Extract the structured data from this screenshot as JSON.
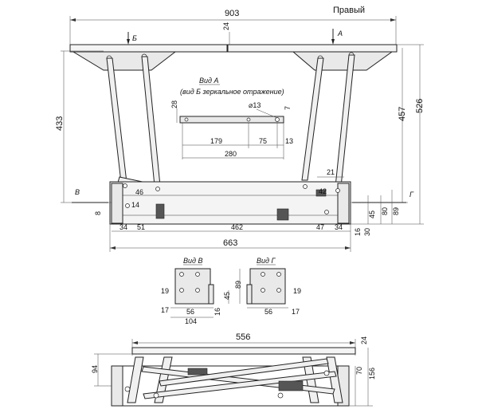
{
  "header": {
    "label": "Правый"
  },
  "views": {
    "a_title": "Вид А",
    "a_subtitle": "(вид Б зеркальное отражение)",
    "b_title": "Вид В",
    "g_title": "Вид Г",
    "marker_a": "А",
    "marker_b": "Б",
    "marker_v": "В",
    "marker_g": "Г"
  },
  "dimensions": {
    "top_width": "903",
    "top_thickness": "24",
    "left_height": "433",
    "right_height_1": "457",
    "right_height_2": "526",
    "viewA_height": "28",
    "viewA_small": "7",
    "viewA_hole": "⌀13",
    "viewA_d1": "179",
    "viewA_d2": "75",
    "viewA_d3": "13",
    "viewA_total": "280",
    "d21": "21",
    "d42": "42",
    "d46": "46",
    "d14": "14",
    "d8": "8",
    "d34": "34",
    "d51": "51",
    "d462": "462",
    "d47": "47",
    "d34r": "34",
    "d663": "663",
    "d45": "45",
    "d80": "80",
    "d89": "89",
    "d16": "16",
    "d30": "30",
    "vb_19": "19",
    "vb_17": "17",
    "vb_56": "56",
    "vb_104": "104",
    "vb_45": "45",
    "vb_89": "89",
    "vb_16": "16",
    "vg_19": "19",
    "vg_56": "56",
    "vg_17": "17",
    "bottom_width": "556",
    "bottom_24": "24",
    "bottom_94": "94",
    "bottom_70": "70",
    "bottom_156": "156"
  }
}
